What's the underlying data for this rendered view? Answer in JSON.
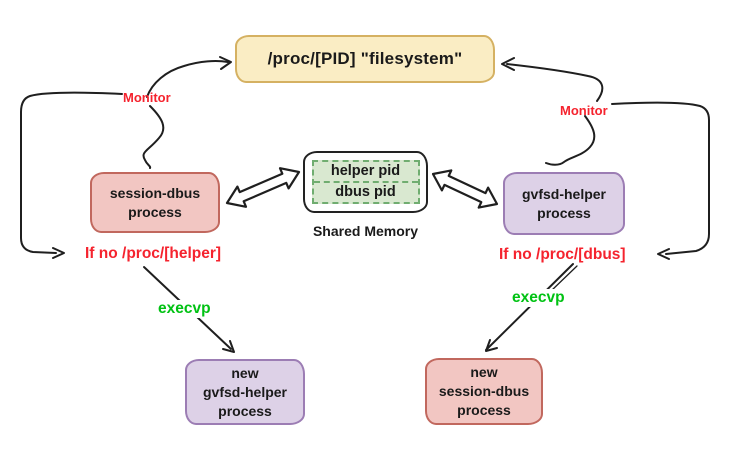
{
  "diagram": {
    "boxes": {
      "proc_fs": {
        "label": "/proc/[PID] \"filesystem\""
      },
      "session_dbus": {
        "lines": [
          "session-dbus",
          "process"
        ]
      },
      "gvfsd_helper": {
        "lines": [
          "gvfsd-helper",
          "process"
        ]
      },
      "shared_memory": {
        "entries": [
          "helper pid",
          "dbus pid"
        ],
        "caption": "Shared Memory"
      },
      "new_gvfsd_helper": {
        "lines": [
          "new",
          "gvfsd-helper",
          "process"
        ]
      },
      "new_session_dbus": {
        "lines": [
          "new",
          "session-dbus",
          "process"
        ]
      }
    },
    "labels": {
      "monitor_left": "Monitor",
      "monitor_right": "Monitor",
      "if_no_helper": "If no /proc/[helper]",
      "if_no_dbus": "If no /proc/[dbus]",
      "execvp_left": "execvp",
      "execvp_right": "execvp"
    },
    "edges": [
      {
        "from": "session-dbus process",
        "to": "/proc/[PID] \"filesystem\"",
        "label": "Monitor",
        "style": "curved-arrow"
      },
      {
        "from": "gvfsd-helper process",
        "to": "/proc/[PID] \"filesystem\"",
        "label": "Monitor",
        "style": "curved-arrow"
      },
      {
        "from": "session-dbus process",
        "to": "Shared Memory",
        "style": "hollow-double-arrow"
      },
      {
        "from": "Shared Memory",
        "to": "gvfsd-helper process",
        "style": "hollow-double-arrow"
      },
      {
        "from": "session-dbus process",
        "to": "If no /proc/[helper]",
        "style": "bracket-arrow"
      },
      {
        "from": "gvfsd-helper process",
        "to": "If no /proc/[dbus]",
        "style": "bracket-arrow"
      },
      {
        "from": "If no /proc/[helper]",
        "to": "new gvfsd-helper process",
        "label": "execvp",
        "style": "diagonal-arrow"
      },
      {
        "from": "If no /proc/[dbus]",
        "to": "new session-dbus process",
        "label": "execvp",
        "style": "diagonal-arrow"
      }
    ],
    "colors": {
      "proc_fs_fill": "#faedc4",
      "proc_fs_border": "#d5b162",
      "pink_fill": "#f2c6c2",
      "pink_border": "#c1685e",
      "purple_fill": "#ddd1e7",
      "purple_border": "#9c7db4",
      "shm_fill": "#d9e8d0",
      "shm_border": "#70ad70",
      "red_label": "#f5232e",
      "green_label": "#00c213",
      "stroke": "#1f1f1f"
    }
  }
}
